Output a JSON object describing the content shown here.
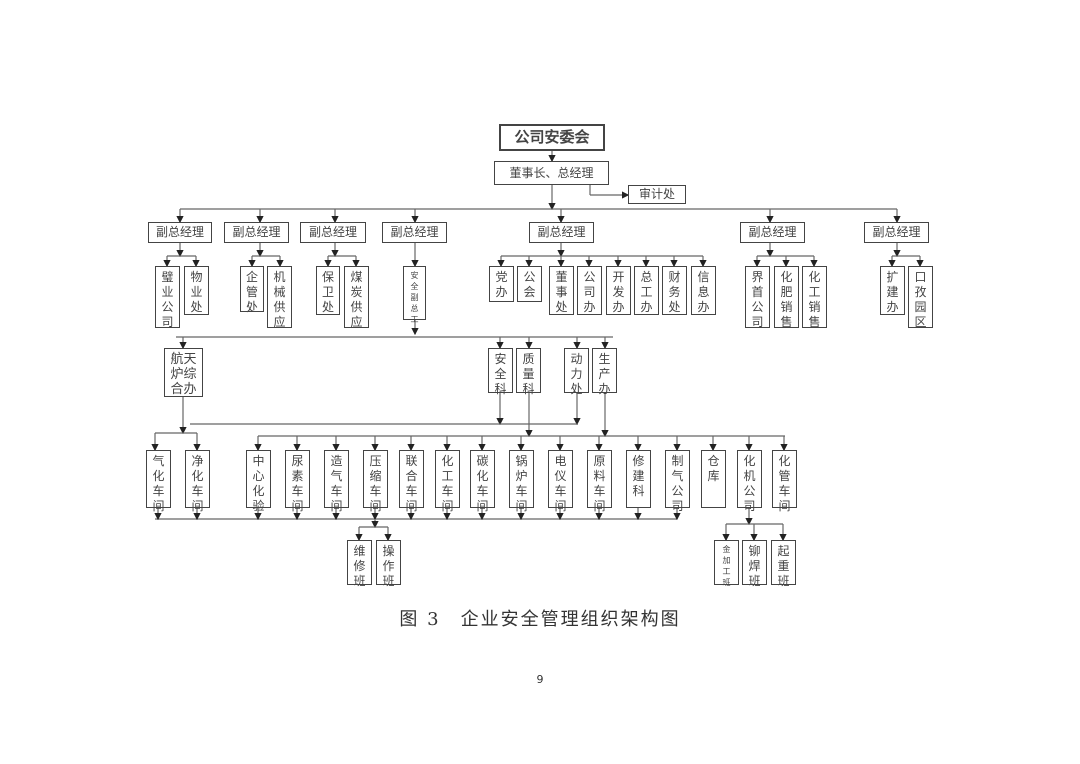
{
  "top": {
    "committee": "公司安委会",
    "chairman": "董事长、总经理",
    "audit": "审计处"
  },
  "vps": [
    "副总经理",
    "副总经理",
    "副总经理",
    "副总经理",
    "副总经理",
    "副总经理",
    "副总经理"
  ],
  "vp1_units": [
    "璧业公司",
    "物业处"
  ],
  "vp2_units": [
    "企管处",
    "机械供应"
  ],
  "vp3_units": [
    "保卫处",
    "煤炭供应"
  ],
  "vp4_units": [
    "安全副总工"
  ],
  "vp5_units": [
    "党办",
    "公会",
    "董事处",
    "公司办",
    "开发办",
    "总工办",
    "财务处",
    "信息办"
  ],
  "vp6_units": [
    "界首公司",
    "化肥销售",
    "化工销售"
  ],
  "vp7_units": [
    "扩建办",
    "口孜园区"
  ],
  "safety_units": [
    "航天炉综合办",
    "安全科",
    "质量科",
    "动力处",
    "生产办"
  ],
  "workshops": [
    "气化车间",
    "净化车间",
    "中心化验",
    "尿素车间",
    "造气车间",
    "压缩车间",
    "联合车间",
    "化工车间",
    "碳化车间",
    "锅炉车间",
    "电仪车间",
    "原料车间",
    "修建科",
    "制气公司",
    "仓库",
    "化机公司",
    "化管车间"
  ],
  "compression_teams": [
    "维修班",
    "操作班"
  ],
  "machinery_teams": [
    "金加工班",
    "铆焊班",
    "起重班"
  ],
  "caption": "图 3　企业安全管理组织架构图",
  "page_number": "9"
}
